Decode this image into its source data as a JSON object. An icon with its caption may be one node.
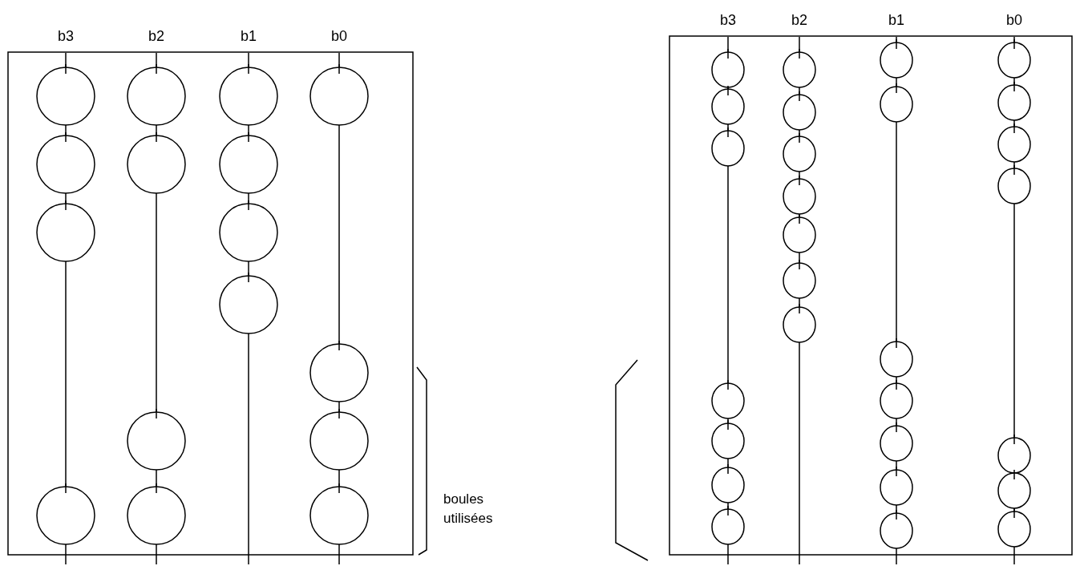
{
  "diagram": {
    "labels": [
      "b3",
      "b2",
      "b1",
      "b0",
      "b3",
      "b2",
      "b1",
      "b0",
      "boules utilisées"
    ]
  }
}
